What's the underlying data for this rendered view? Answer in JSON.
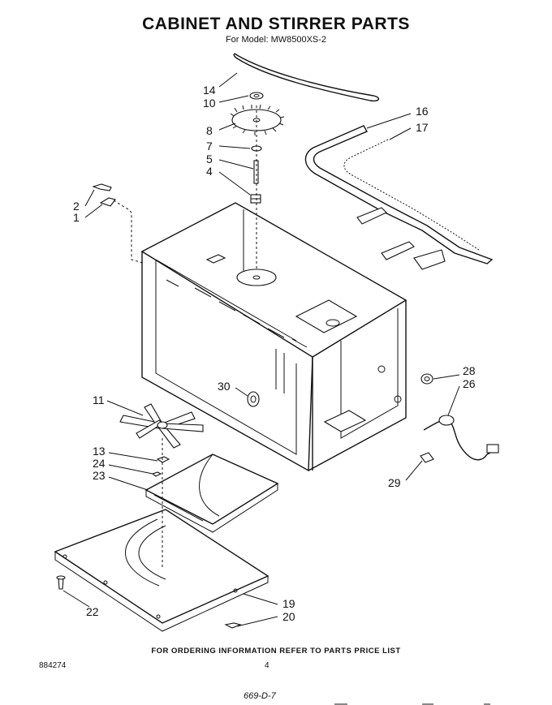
{
  "title": "CABINET AND STIRRER PARTS",
  "subtitle": "For Model: MW8500XS-2",
  "callouts": {
    "c1": "1",
    "c2": "2",
    "c4": "4",
    "c5": "5",
    "c7": "7",
    "c8": "8",
    "c10": "10",
    "c11": "11",
    "c13": "13",
    "c14": "14",
    "c16": "16",
    "c17": "17",
    "c19": "19",
    "c20": "20",
    "c22": "22",
    "c23": "23",
    "c24": "24",
    "c26": "26",
    "c28": "28",
    "c29": "29",
    "c30": "30"
  },
  "footer_note": "FOR ORDERING INFORMATION REFER TO PARTS PRICE LIST",
  "doc_number": "884274",
  "page_number": "4",
  "handwritten_code": "669-D-7"
}
